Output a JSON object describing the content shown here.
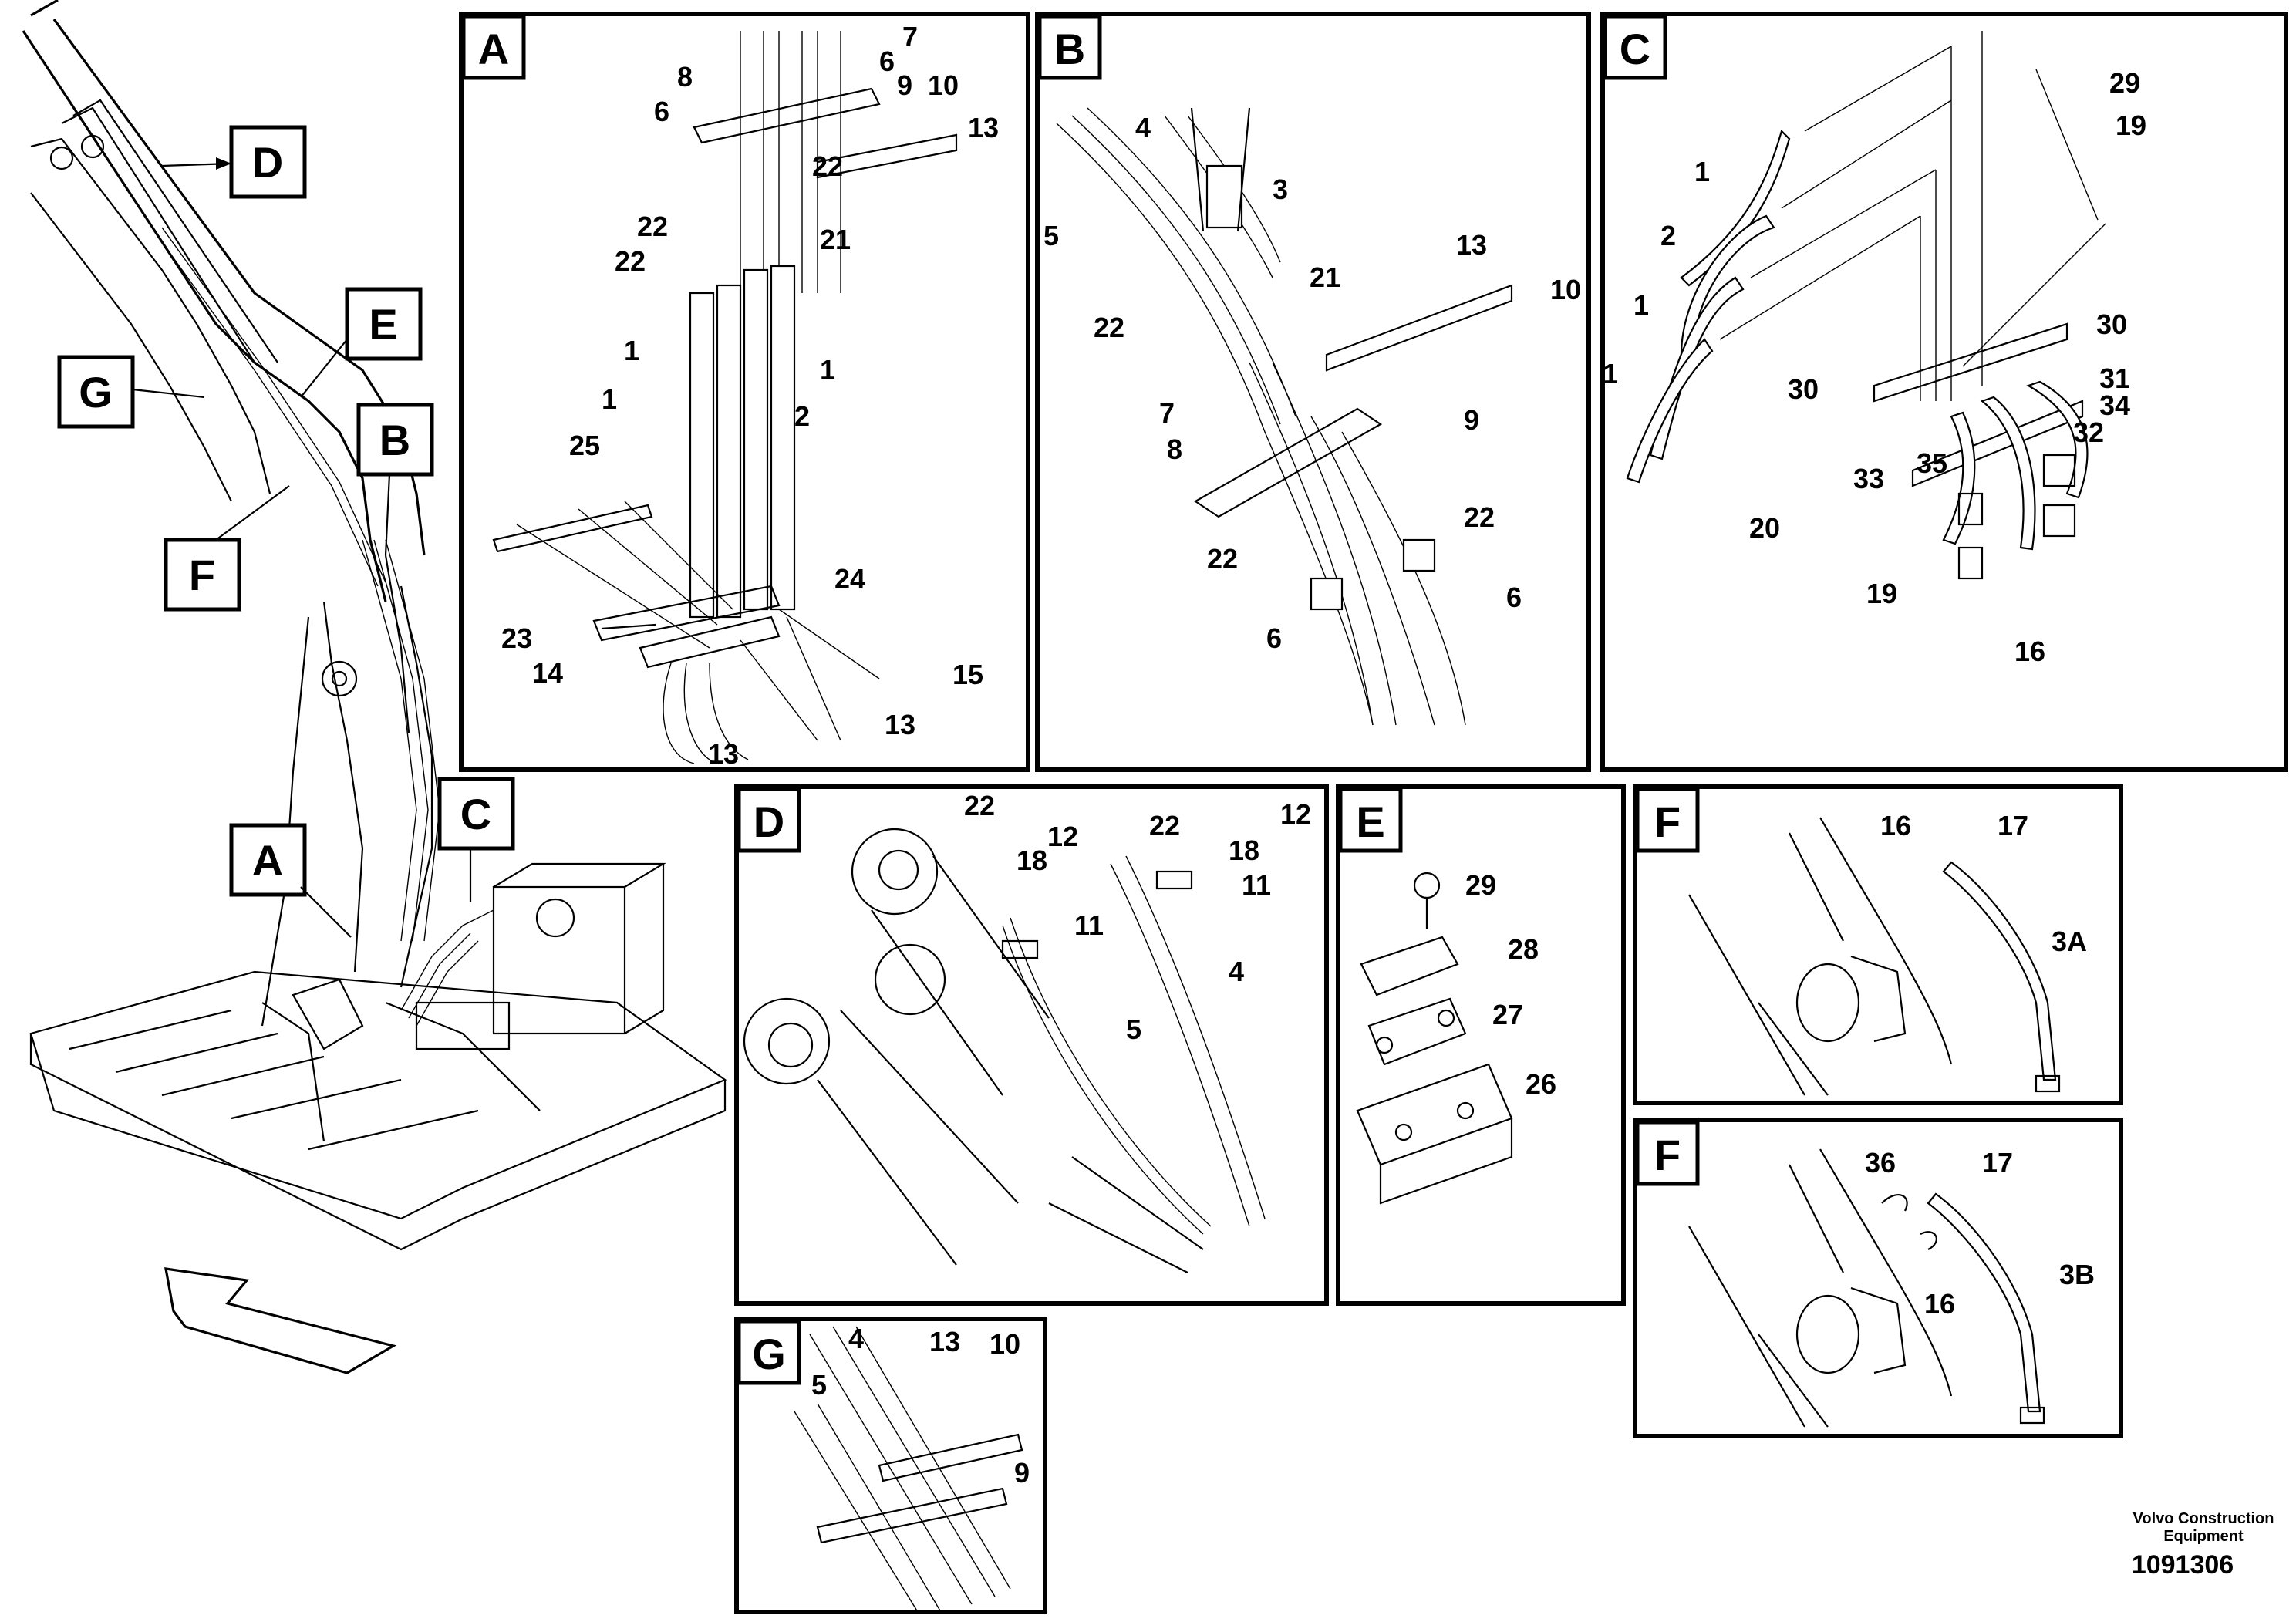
{
  "overview": {
    "callouts": [
      "D",
      "E",
      "G",
      "B",
      "F",
      "C",
      "A"
    ]
  },
  "panels": {
    "A": {
      "tag": "A",
      "labels": [
        "7",
        "8",
        "6",
        "6",
        "9",
        "10",
        "13",
        "22",
        "22",
        "21",
        "22",
        "1",
        "1",
        "1",
        "2",
        "25",
        "24",
        "23",
        "14",
        "15",
        "13",
        "13"
      ]
    },
    "B": {
      "tag": "B",
      "labels": [
        "4",
        "3",
        "5",
        "21",
        "13",
        "10",
        "22",
        "7",
        "9",
        "8",
        "22",
        "22",
        "6",
        "6"
      ]
    },
    "C": {
      "tag": "C",
      "labels": [
        "29",
        "19",
        "1",
        "2",
        "1",
        "1",
        "30",
        "30",
        "31",
        "34",
        "32",
        "35",
        "33",
        "20",
        "19",
        "16"
      ]
    },
    "D": {
      "tag": "D",
      "labels": [
        "22",
        "22",
        "12",
        "12",
        "18",
        "18",
        "11",
        "11",
        "4",
        "5"
      ]
    },
    "E": {
      "tag": "E",
      "labels": [
        "29",
        "28",
        "27",
        "26"
      ]
    },
    "F1": {
      "tag": "F",
      "labels": [
        "16",
        "17",
        "3A"
      ]
    },
    "F2": {
      "tag": "F",
      "labels": [
        "36",
        "17",
        "3B",
        "16"
      ]
    },
    "G": {
      "tag": "G",
      "labels": [
        "4",
        "13",
        "10",
        "5",
        "9"
      ]
    }
  },
  "footer": {
    "brand_line1": "Volvo Construction",
    "brand_line2": "Equipment",
    "doc_number": "1091306"
  }
}
